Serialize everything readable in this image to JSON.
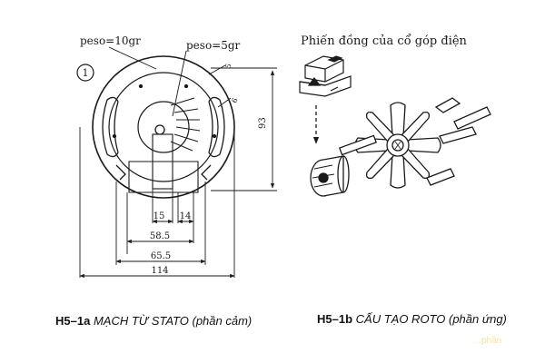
{
  "figure_a": {
    "badge": "1",
    "labels": {
      "peso_large": "peso=10gr",
      "peso_small": "peso=5gr",
      "dim_93": "93",
      "dim_15": "15",
      "dim_14": "14",
      "dim_58_5": "58.5",
      "dim_65_5": "65.5",
      "dim_114": "114",
      "dim_small_5": "5",
      "dim_small_6": "6"
    },
    "caption_id": "H5–1a",
    "caption_text": "MẠCH TỪ STATO",
    "caption_sub": "(phần cảm)"
  },
  "figure_b": {
    "top_label": "Phiến đồng của cổ góp điện",
    "caption_id": "H5–1b",
    "caption_text": "CẤU TẠO ROTO",
    "caption_sub": "(phần ứng)"
  },
  "watermark": "…phần"
}
